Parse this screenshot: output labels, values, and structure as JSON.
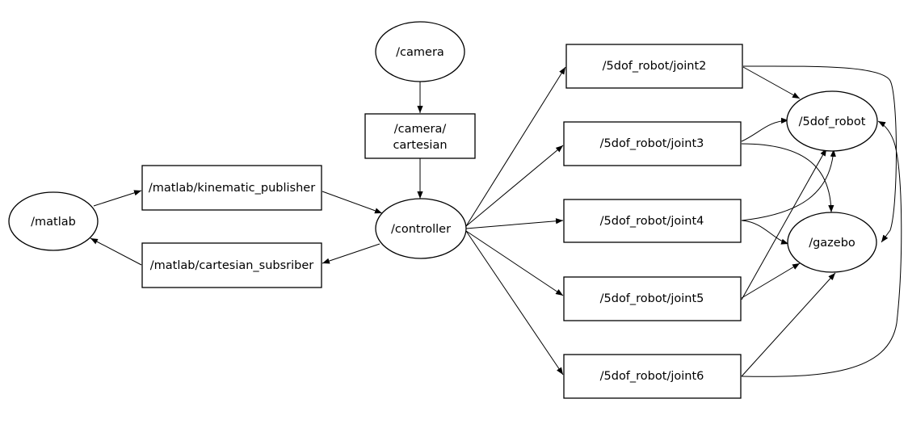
{
  "nodes": {
    "matlab": "/matlab",
    "camera": "/camera",
    "camera_cartesian_1": "/camera/",
    "camera_cartesian_2": "cartesian",
    "kinematic_publisher": "/matlab/kinematic_publisher",
    "cartesian_subsriber": "/matlab/cartesian_subsriber",
    "controller": "/controller",
    "joint2": "/5dof_robot/joint2",
    "joint3": "/5dof_robot/joint3",
    "joint4": "/5dof_robot/joint4",
    "joint5": "/5dof_robot/joint5",
    "joint6": "/5dof_robot/joint6",
    "robot": "/5dof_robot",
    "gazebo": "/gazebo"
  },
  "edges": [
    [
      "matlab",
      "kinematic_publisher"
    ],
    [
      "kinematic_publisher",
      "controller"
    ],
    [
      "camera",
      "camera_cartesian"
    ],
    [
      "camera_cartesian",
      "controller"
    ],
    [
      "controller",
      "cartesian_subsriber"
    ],
    [
      "cartesian_subsriber",
      "matlab"
    ],
    [
      "controller",
      "joint2"
    ],
    [
      "controller",
      "joint3"
    ],
    [
      "controller",
      "joint4"
    ],
    [
      "controller",
      "joint5"
    ],
    [
      "controller",
      "joint6"
    ],
    [
      "joint2",
      "robot"
    ],
    [
      "joint2",
      "gazebo"
    ],
    [
      "joint3",
      "robot"
    ],
    [
      "joint3",
      "gazebo"
    ],
    [
      "joint4",
      "robot"
    ],
    [
      "joint4",
      "gazebo"
    ],
    [
      "joint5",
      "robot"
    ],
    [
      "joint5",
      "gazebo"
    ],
    [
      "joint6",
      "gazebo"
    ],
    [
      "joint6",
      "robot"
    ]
  ]
}
